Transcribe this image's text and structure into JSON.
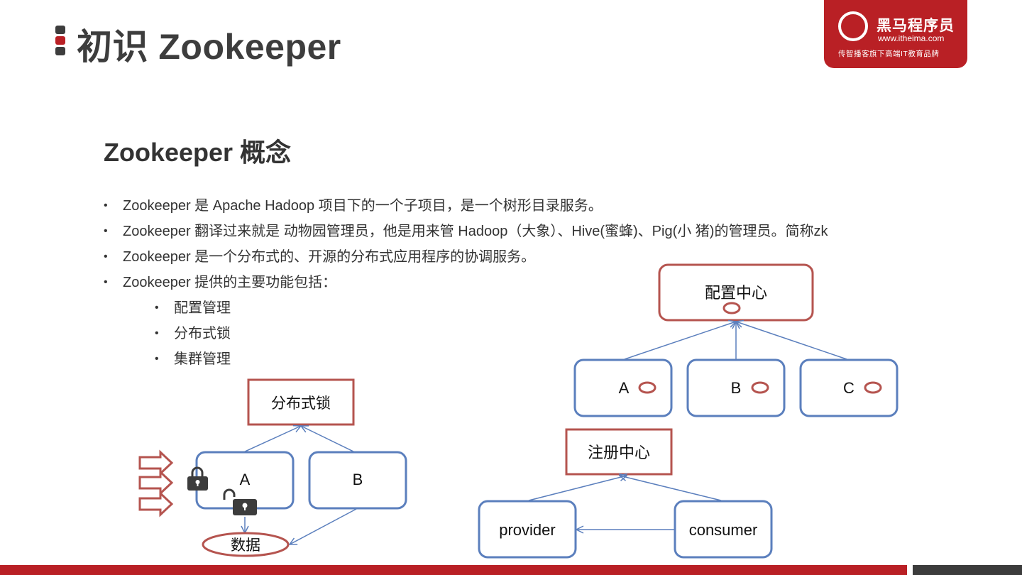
{
  "title": "初识 Zookeeper",
  "colors": {
    "accent_red": "#b92025",
    "box_red": "#b5544f",
    "box_blue": "#5b7fbd",
    "dark": "#3d3d3d"
  },
  "logo": {
    "name": "黑马程序员",
    "url": "www.itheima.com",
    "slogan": "传智播客旗下高端IT教育品牌",
    "icon": "horse-head-icon"
  },
  "subtitle": "Zookeeper 概念",
  "bullets": [
    "Zookeeper 是 Apache Hadoop 项目下的一个子项目，是一个树形目录服务。",
    "Zookeeper 翻译过来就是 动物园管理员，他是用来管 Hadoop（大象）、Hive(蜜蜂)、Pig(小 猪)的管理员。简称zk",
    "Zookeeper 是一个分布式的、开源的分布式应用程序的协调服务。",
    "Zookeeper 提供的主要功能包括："
  ],
  "sub_bullets": [
    "配置管理",
    "分布式锁",
    "集群管理"
  ],
  "lock_diagram": {
    "top": "分布式锁",
    "nodes": [
      "A",
      "B"
    ],
    "data": "数据"
  },
  "config_diagram": {
    "top": "配置中心",
    "nodes": [
      "A",
      "B",
      "C"
    ]
  },
  "registry_diagram": {
    "top": "注册中心",
    "provider": "provider",
    "consumer": "consumer"
  }
}
